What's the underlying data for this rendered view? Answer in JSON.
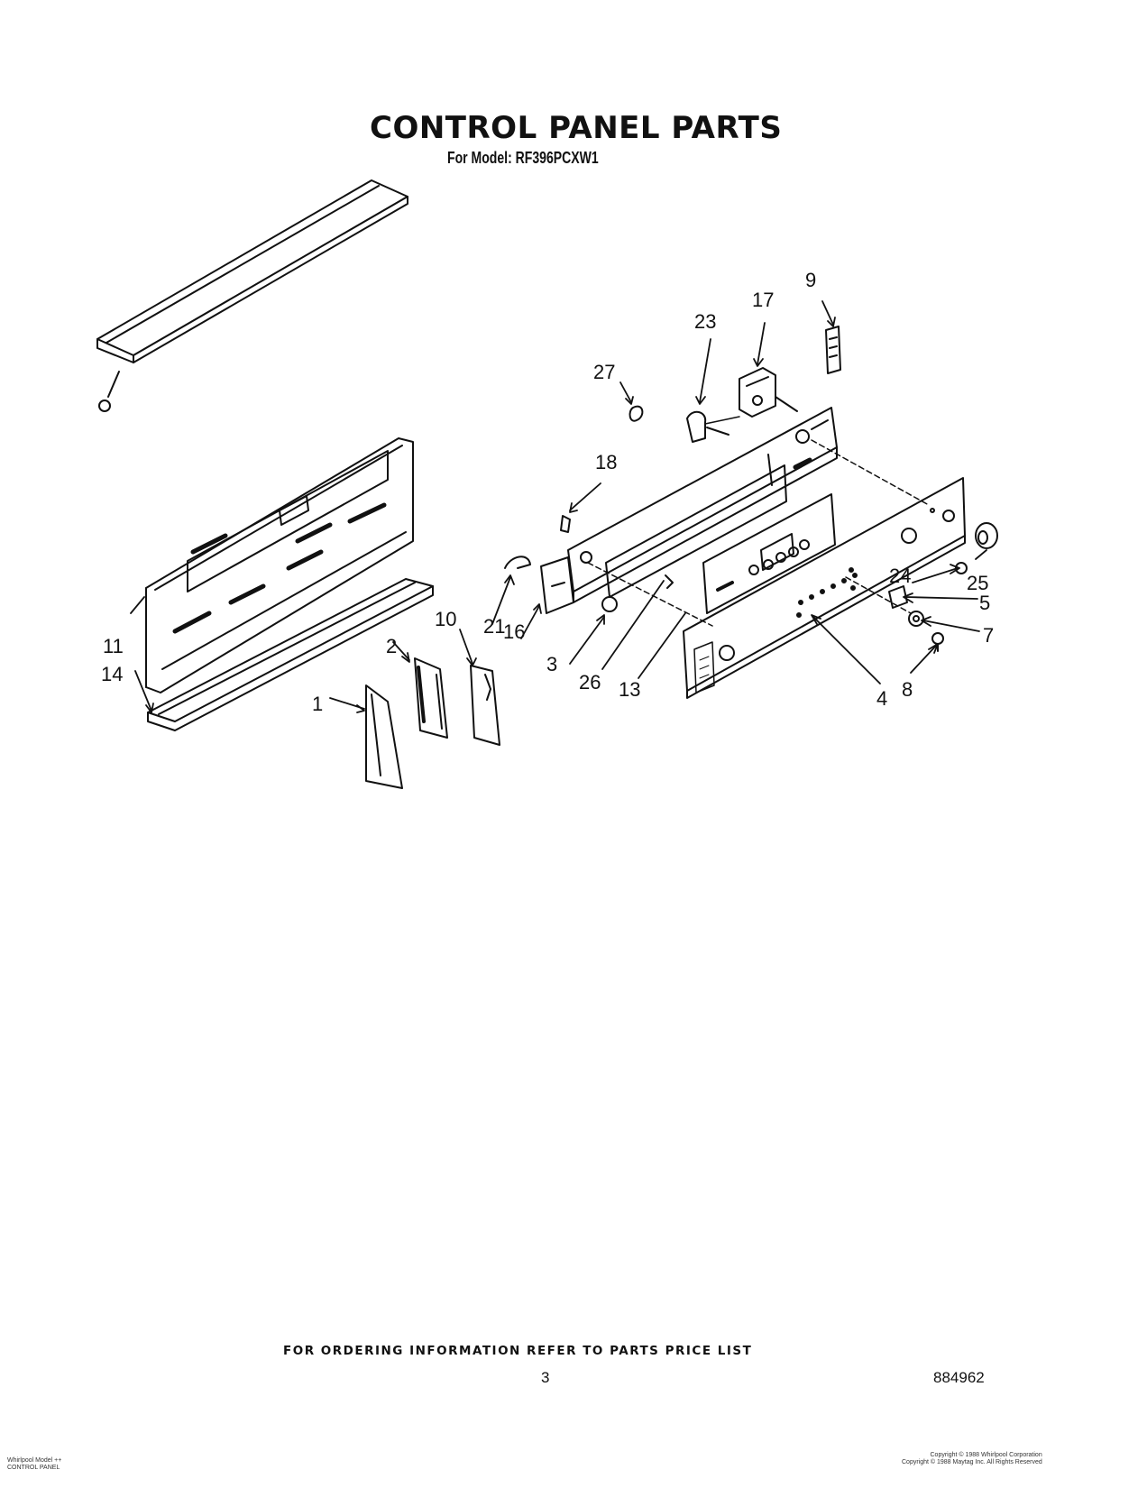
{
  "title": "CONTROL PANEL PARTS",
  "subtitle": "For Model: RF396PCXW1",
  "callouts": [
    "9",
    "17",
    "23",
    "27",
    "18",
    "11",
    "14",
    "2",
    "10",
    "1",
    "21",
    "16",
    "3",
    "26",
    "13",
    "24",
    "25",
    "5",
    "7",
    "4",
    "8"
  ],
  "footer": {
    "ordering_info": "FOR ORDERING INFORMATION REFER TO PARTS PRICE LIST",
    "page_number": "3",
    "document_number": "884962",
    "left_note_line1": "Whirlpool Model ++",
    "left_note_line2": "CONTROL PANEL",
    "copyright_line1": "Copyright © 1988 Whirlpool Corporation",
    "copyright_line2": "Copyright © 1988 Maytag Inc. All Rights Reserved"
  }
}
